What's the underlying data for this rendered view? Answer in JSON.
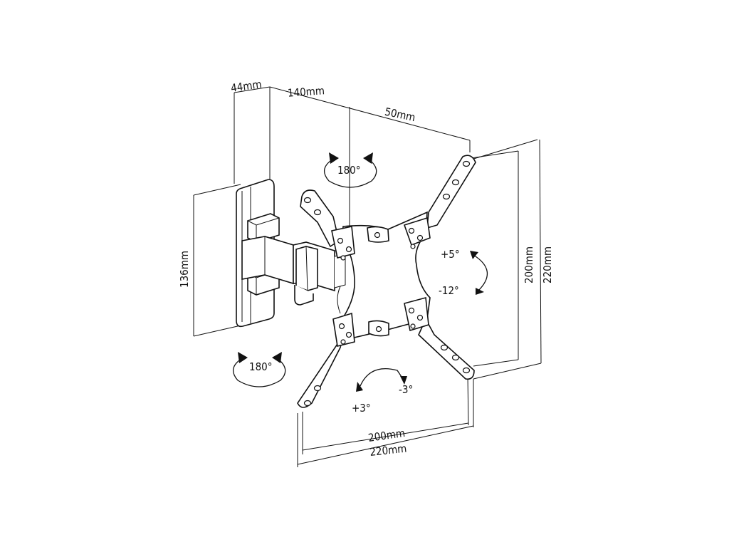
{
  "dimensions": {
    "wall_depth": "44mm",
    "arm_length": "140mm",
    "arm_offset": "50mm",
    "wall_plate_height": "136mm",
    "vesa_vertical_inner": "200mm",
    "vesa_vertical_outer": "220mm",
    "vesa_horizontal_inner": "200mm",
    "vesa_horizontal_outer": "220mm"
  },
  "rotations": {
    "arm_swivel": "180°",
    "wall_swivel": "180°",
    "tilt_up": "+5°",
    "tilt_down": "-12°",
    "rotate_plus": "+3°",
    "rotate_minus": "-3°"
  }
}
